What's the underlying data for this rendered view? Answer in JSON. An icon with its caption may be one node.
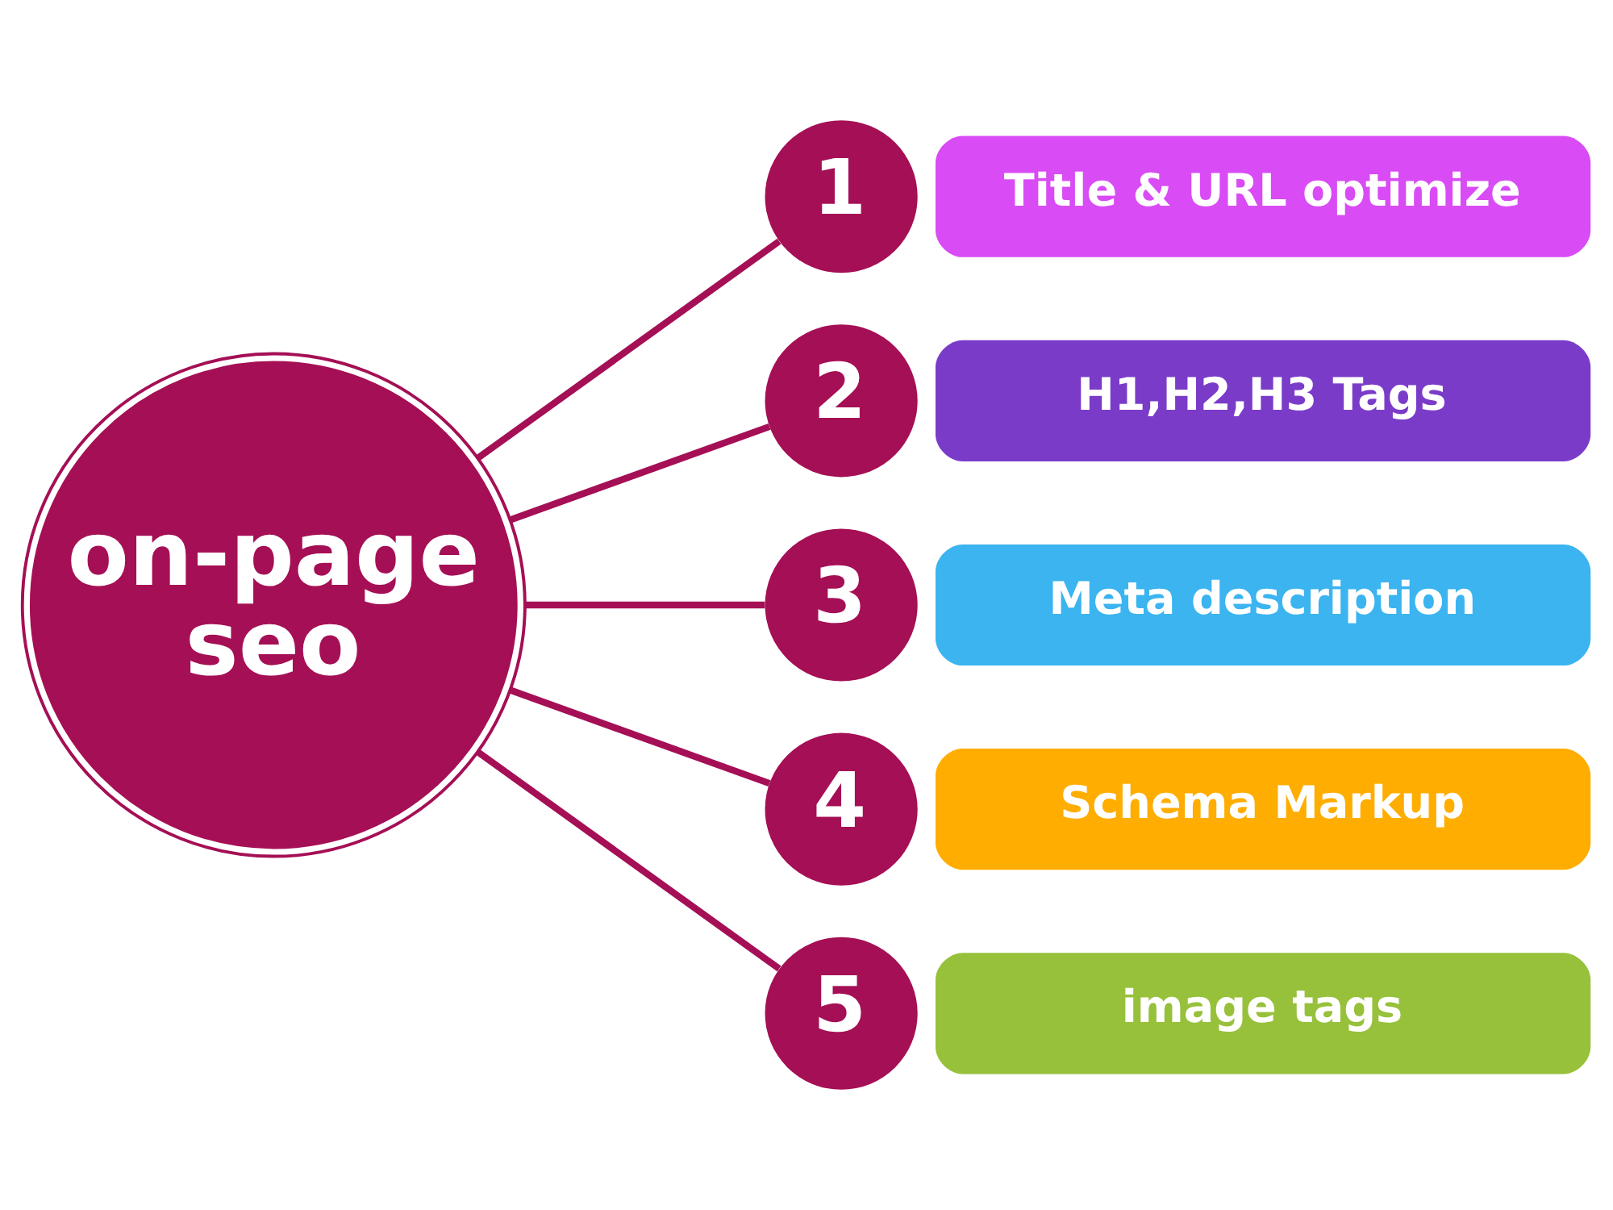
{
  "diagram": {
    "nodes": [
      {
        "text": [
          "on-page seo"
        ]
      },
      {
        "text": [
          "1"
        ]
      },
      {
        "text": [
          "Title & URL optimize"
        ]
      },
      {
        "text": [
          "2"
        ]
      },
      {
        "text": [
          "H1,H2,H3 Tags"
        ]
      },
      {
        "text": [
          "3"
        ]
      },
      {
        "text": [
          "Meta description"
        ]
      },
      {
        "text": [
          "4"
        ]
      },
      {
        "text": [
          "Schema Markup"
        ]
      },
      {
        "text": [
          "5"
        ]
      },
      {
        "text": [
          "image tags"
        ]
      }
    ],
    "edges": [
      {
        "from": 0,
        "to": 1,
        "arrow": "none"
      },
      {
        "from": 0,
        "to": 3,
        "arrow": "none"
      },
      {
        "from": 0,
        "to": 5,
        "arrow": "none"
      },
      {
        "from": 0,
        "to": 7,
        "arrow": "none"
      },
      {
        "from": 0,
        "to": 9,
        "arrow": "none"
      }
    ]
  }
}
